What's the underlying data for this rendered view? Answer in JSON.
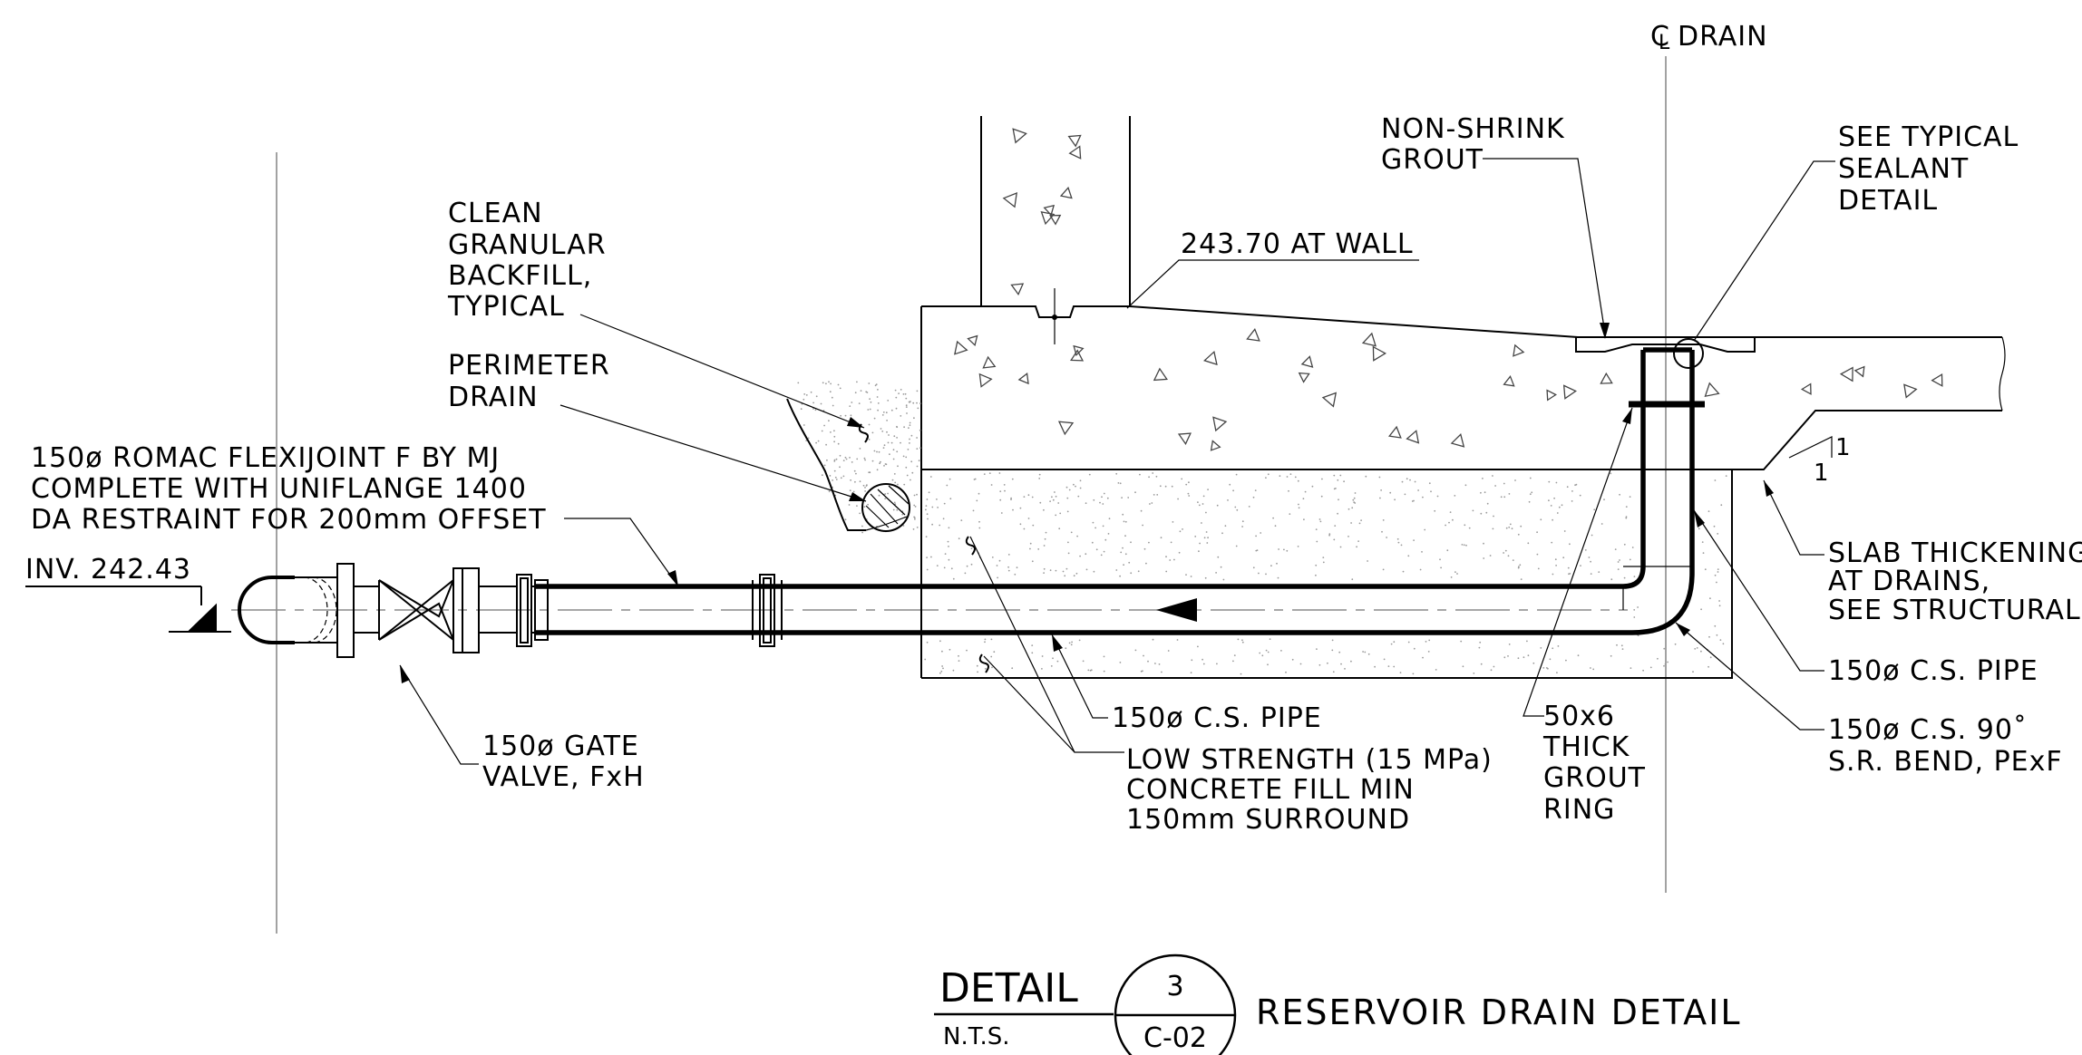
{
  "labels": {
    "centerline_drain": "DRAIN",
    "non_shrink_grout": [
      "NON-SHRINK",
      "GROUT"
    ],
    "see_typical_sealant": [
      "SEE TYPICAL",
      "SEALANT",
      "DETAIL"
    ],
    "wall_elevation": "243.70 AT WALL",
    "clean_granular_backfill": [
      "CLEAN",
      "GRANULAR",
      "BACKFILL,",
      "TYPICAL"
    ],
    "perimeter_drain": [
      "PERIMETER",
      "DRAIN"
    ],
    "romac_flexijoint": [
      "150ø ROMAC FLEXIJOINT F BY MJ",
      "COMPLETE WITH UNIFLANGE 1400",
      "DA RESTRAINT FOR 200mm OFFSET"
    ],
    "invert_elevation": "INV. 242.43",
    "slope_rise": "1",
    "slope_run": "1",
    "slab_thickening": [
      "SLAB THICKENING",
      "AT DRAINS,",
      "SEE STRUCTURAL"
    ],
    "pipe_right": "150ø C.S. PIPE",
    "bend_right": [
      "150ø C.S. 90˚",
      "S.R. BEND, PExF"
    ],
    "gate_valve": [
      "150ø GATE",
      "VALVE, FxH"
    ],
    "pipe_center": "150ø C.S. PIPE",
    "low_strength_concrete": [
      "LOW STRENGTH (15 MPa)",
      "CONCRETE FILL MIN",
      "150mm SURROUND"
    ],
    "grout_ring": [
      "50x6",
      "THICK",
      "GROUT",
      "RING"
    ]
  },
  "title_block": {
    "word": "DETAIL",
    "scale": "N.T.S.",
    "detail_number": "3",
    "sheet": "C-02",
    "title": "RESERVOIR DRAIN DETAIL"
  }
}
